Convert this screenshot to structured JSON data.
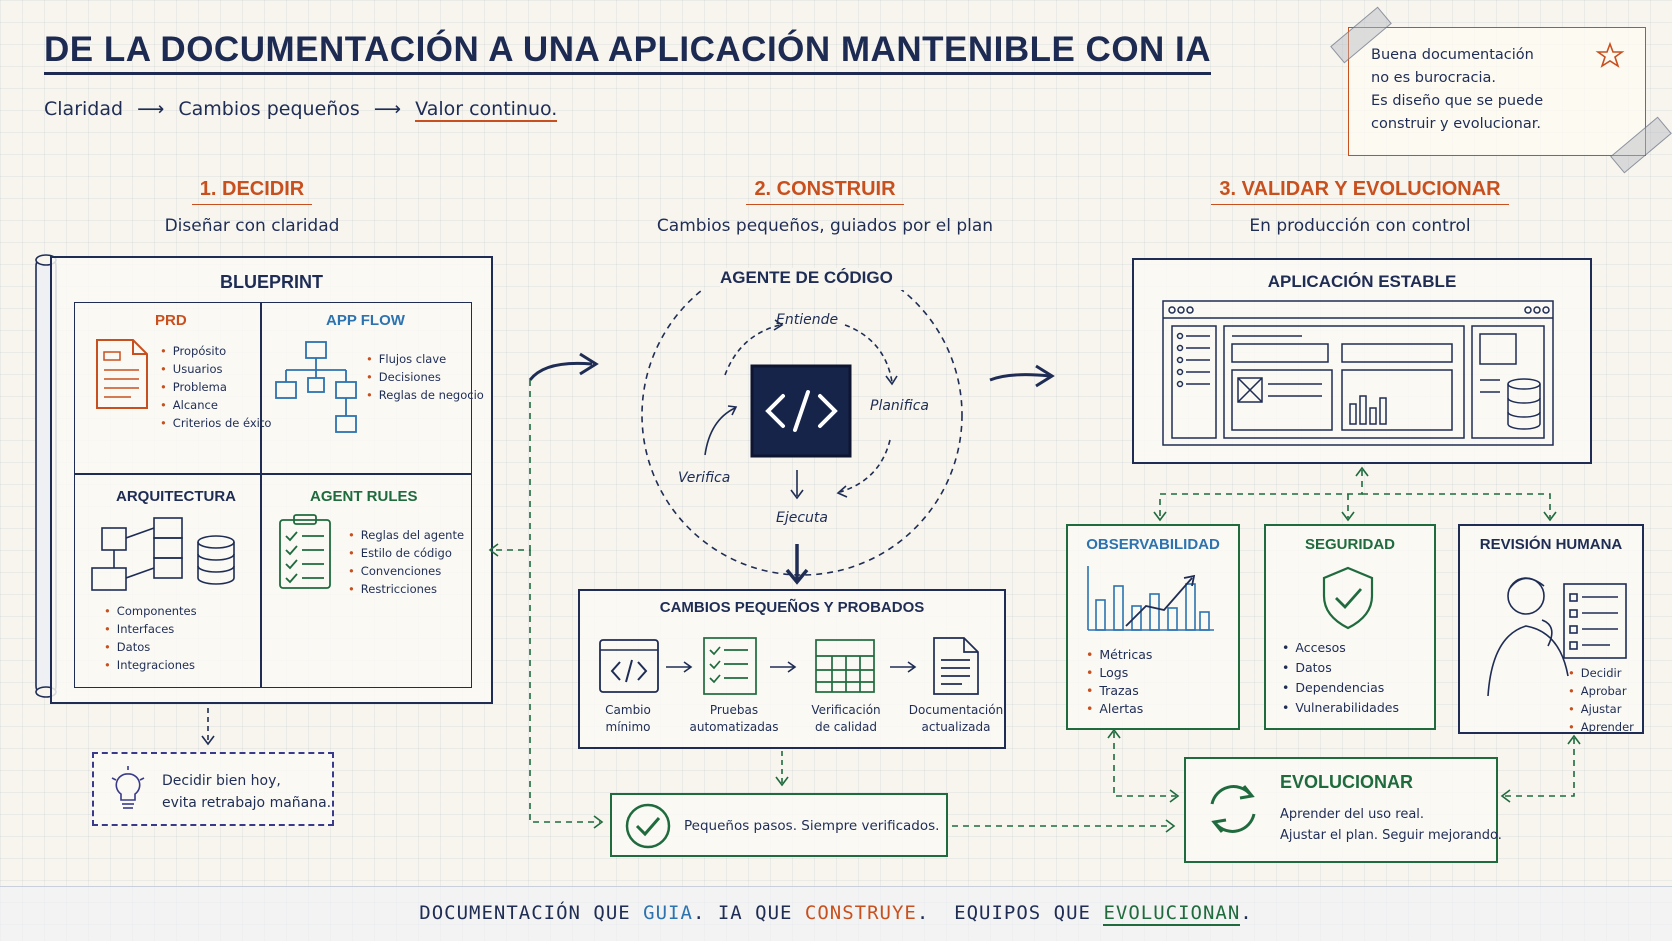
{
  "header": {
    "title": "DE LA DOCUMENTACIÓN A UNA APLICACIÓN MANTENIBLE CON IA",
    "subtitle_a": "Claridad",
    "subtitle_b": "Cambios pequeños",
    "subtitle_c": "Valor continuo.",
    "arrow": "⟶"
  },
  "note": {
    "line1": "Buena documentación",
    "line2": "no es burocracia.",
    "line3": "Es diseño que se puede",
    "line4": "construir y evolucionar."
  },
  "step1": {
    "title": "1. DECIDIR",
    "subtitle": "Diseñar con claridad",
    "blueprint": "BLUEPRINT",
    "prd": {
      "title": "PRD",
      "items": [
        "Propósito",
        "Usuarios",
        "Problema",
        "Alcance",
        "Criterios de éxito"
      ]
    },
    "appflow": {
      "title": "APP FLOW",
      "items": [
        "Flujos clave",
        "Decisiones",
        "Reglas de negocio"
      ]
    },
    "arquitectura": {
      "title": "ARQUITECTURA",
      "items": [
        "Componentes",
        "Interfaces",
        "Datos",
        "Integraciones"
      ]
    },
    "agentrules": {
      "title": "AGENT RULES",
      "items": [
        "Reglas del agente",
        "Estilo de código",
        "Convenciones",
        "Restricciones"
      ]
    },
    "tip_line1": "Decidir bien hoy,",
    "tip_line2": "evita retrabajo mañana."
  },
  "step2": {
    "title": "2. CONSTRUIR",
    "subtitle": "Cambios pequeños, guiados por el plan",
    "agent": "AGENTE DE CÓDIGO",
    "cycle": {
      "entiende": "Entiende",
      "planifica": "Planifica",
      "ejecuta": "Ejecuta",
      "verifica": "Verifica"
    },
    "changes_title": "CAMBIOS PEQUEÑOS Y PROBADOS",
    "changes": [
      {
        "l1": "Cambio",
        "l2": "mínimo"
      },
      {
        "l1": "Pruebas",
        "l2": "automatizadas"
      },
      {
        "l1": "Verificación",
        "l2": "de calidad"
      },
      {
        "l1": "Documentación",
        "l2": "actualizada"
      }
    ],
    "verified": "Pequeños pasos. Siempre verificados."
  },
  "step3": {
    "title": "3. VALIDAR Y EVOLUCIONAR",
    "subtitle": "En producción con control",
    "app": "APLICACIÓN ESTABLE",
    "obs": {
      "title": "OBSERVABILIDAD",
      "items": [
        "Métricas",
        "Logs",
        "Trazas",
        "Alertas"
      ]
    },
    "seg": {
      "title": "SEGURIDAD",
      "items": [
        "Accesos",
        "Datos",
        "Dependencias",
        "Vulnerabilidades"
      ]
    },
    "rev": {
      "title": "REVISIÓN HUMANA",
      "items": [
        "Decidir",
        "Aprobar",
        "Ajustar",
        "Aprender"
      ]
    },
    "evo": {
      "title": "EVOLUCIONAR",
      "line1": "Aprender del uso real.",
      "line2": "Ajustar el plan. Seguir mejorando."
    }
  },
  "footer": {
    "p1": "DOCUMENTACIÓN QUE ",
    "w1": "GUIA",
    "p2": ". IA QUE ",
    "w2": "CONSTRUYE",
    "p3": ".  EQUIPOS QUE ",
    "w3": "EVOLUCIONAN",
    "p4": "."
  },
  "colors": {
    "navy": "#1f2d55",
    "orange": "#c8501e",
    "blue": "#2c73b0",
    "green": "#1f6b3e"
  }
}
